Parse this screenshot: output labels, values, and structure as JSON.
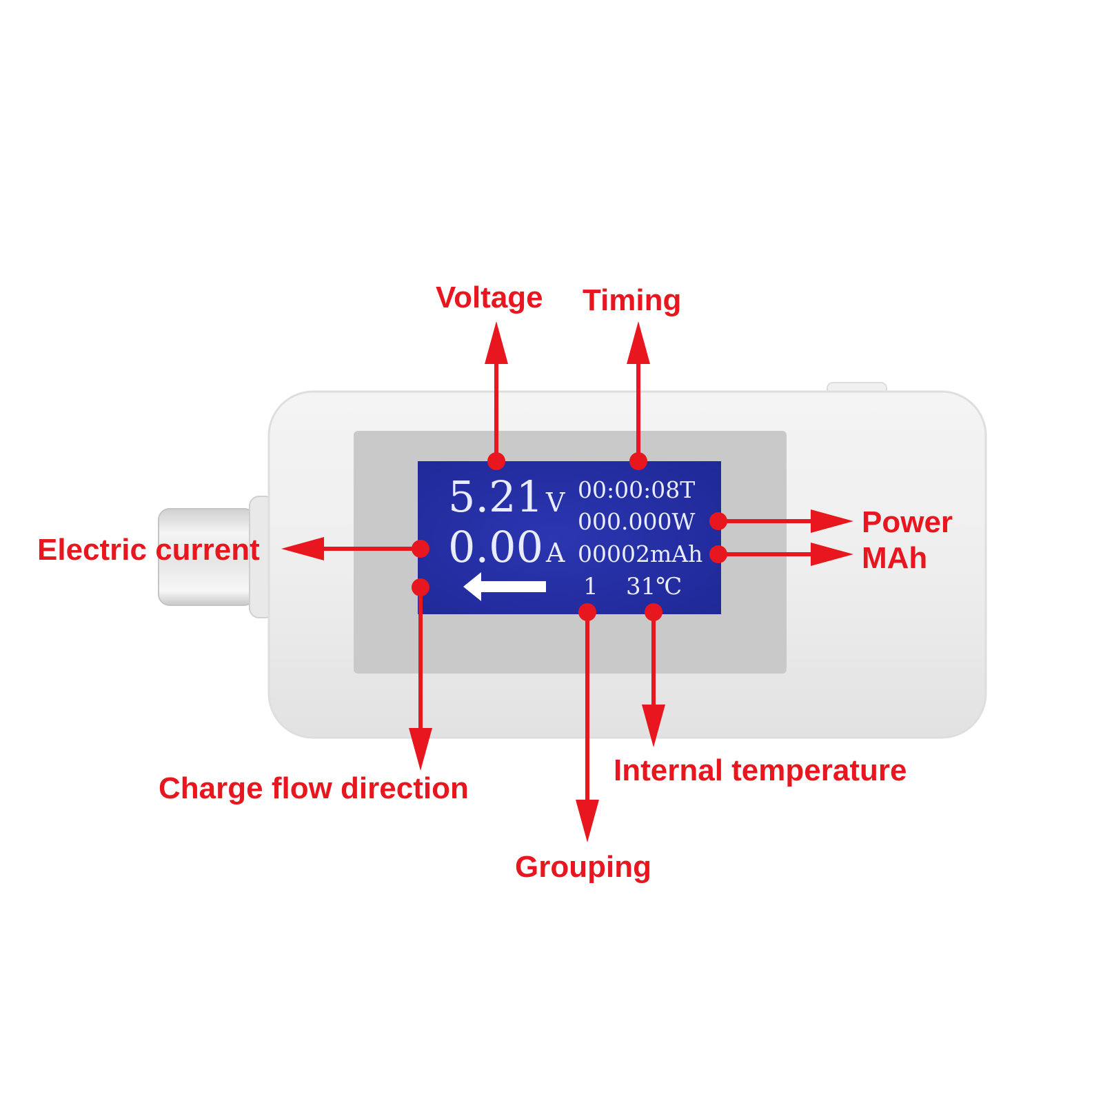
{
  "screen": {
    "voltage_value": "5.21",
    "voltage_unit": "V",
    "current_value": "0.00",
    "current_unit": "A",
    "timer": "00:00:08T",
    "power": "000.000W",
    "capacity": "00002mAh",
    "group": "1",
    "temperature": "31℃",
    "direction_icon": "left-arrow-icon"
  },
  "callouts": {
    "voltage": "Voltage",
    "timing": "Timing",
    "power": "Power",
    "mah": "MAh",
    "electric_current": "Electric current",
    "charge_flow_direction": "Charge flow direction",
    "grouping": "Grouping",
    "internal_temperature": "Internal temperature"
  },
  "colors": {
    "callout": "#e8161e",
    "lcd_background": "#2630a6",
    "device_body": "#f2f2f2",
    "bezel": "#c9c9c9"
  }
}
